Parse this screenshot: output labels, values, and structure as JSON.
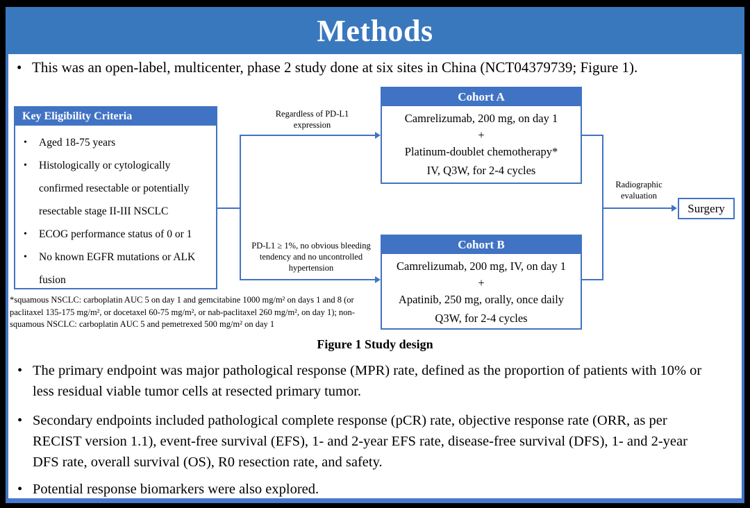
{
  "title": "Methods",
  "intro_bullet": "This was an open-label, multicenter, phase 2 study done at six sites in China (NCT04379739; Figure 1).",
  "figure": {
    "caption": "Figure 1 Study design",
    "eligibility": {
      "header": "Key Eligibility Criteria",
      "items": [
        "Aged 18-75 years",
        "Histologically or cytologically confirmed resectable or potentially resectable stage II-III NSCLC",
        "ECOG performance status of 0 or 1",
        "No known EGFR mutations or ALK fusion"
      ]
    },
    "branch_a_label": "Regardless of PD-L1 expression",
    "branch_b_label": "PD-L1 ≥ 1%, no obvious bleeding tendency and no uncontrolled hypertension",
    "cohort_a": {
      "header": "Cohort A",
      "lines": [
        "Camrelizumab, 200 mg, on day 1",
        "+",
        "Platinum-doublet chemotherapy*",
        "IV, Q3W, for 2-4 cycles"
      ]
    },
    "cohort_b": {
      "header": "Cohort B",
      "lines": [
        "Camrelizumab, 200 mg, IV, on day 1",
        "+",
        "Apatinib, 250 mg, orally, once daily",
        "Q3W, for 2-4 cycles"
      ]
    },
    "evaluation_label": "Radiographic evaluation",
    "surgery_label": "Surgery",
    "footnote": "*squamous NSCLC: carboplatin AUC 5 on day 1 and gemcitabine 1000 mg/m² on days 1 and 8 (or paclitaxel 135-175 mg/m², or docetaxel 60-75 mg/m², or nab-paclitaxel 260 mg/m², on day 1); non-squamous NSCLC: carboplatin AUC 5 and pemetrexed 500 mg/m² on day 1"
  },
  "bullets": [
    "The primary endpoint was major pathological response (MPR) rate, defined as the proportion of patients with 10% or less residual viable tumor cells at resected primary tumor.",
    "Secondary endpoints included pathological complete response (pCR) rate, objective response rate (ORR, as per RECIST version 1.1), event-free survival (EFS), 1- and 2-year EFS rate, disease-free survival (DFS), 1- and 2-year DFS rate, overall survival (OS), R0 resection rate, and safety.",
    "Potential response biomarkers were also explored."
  ],
  "colors": {
    "title_bar_blue": "#3A78BE",
    "accent_blue": "#4173C4",
    "text_black": "#000000",
    "background_white": "#FFFFFF",
    "frame_black": "#000000"
  }
}
